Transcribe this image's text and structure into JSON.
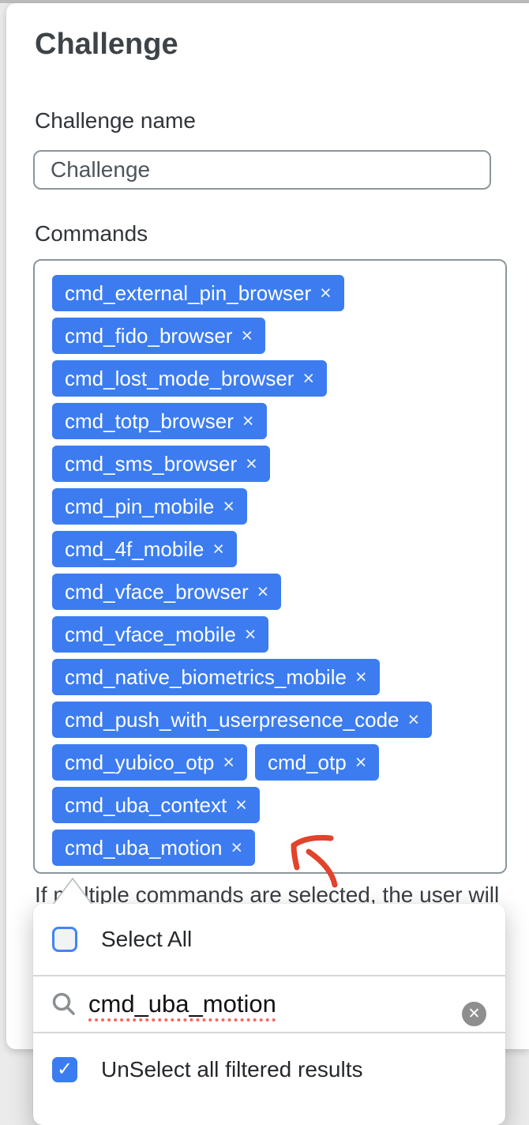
{
  "page": {
    "title": "Challenge"
  },
  "form": {
    "name_label": "Challenge name",
    "name_value": "Challenge",
    "commands_label": "Commands",
    "helper_text": "If multiple commands are selected, the user will"
  },
  "command_rows": [
    [
      "cmd_external_pin_browser"
    ],
    [
      "cmd_fido_browser"
    ],
    [
      "cmd_lost_mode_browser"
    ],
    [
      "cmd_totp_browser"
    ],
    [
      "cmd_sms_browser"
    ],
    [
      "cmd_pin_mobile"
    ],
    [
      "cmd_4f_mobile"
    ],
    [
      "cmd_vface_browser"
    ],
    [
      "cmd_vface_mobile"
    ],
    [
      "cmd_native_biometrics_mobile"
    ],
    [
      "cmd_push_with_userpresence_code"
    ],
    [
      "cmd_yubico_otp",
      "cmd_otp"
    ],
    [
      "cmd_uba_context"
    ],
    [
      "cmd_uba_motion"
    ]
  ],
  "dropdown": {
    "select_all_label": "Select All",
    "select_all_checked": false,
    "search_value": "cmd_uba_motion",
    "unselect_all_label": "UnSelect all filtered results",
    "unselect_all_checked": true
  },
  "icons": {
    "remove": "×",
    "clear": "✕",
    "check": "✓"
  },
  "colors": {
    "chip_blue": "#3c7cf0",
    "checkbox_checked_blue": "#3b7cf0",
    "checkbox_border_blue": "#4285f4",
    "annotation_arrow_red": "#e2432c",
    "spellcheck_underline_red": "#f4695f",
    "input_border_gray": "#8b969c"
  }
}
